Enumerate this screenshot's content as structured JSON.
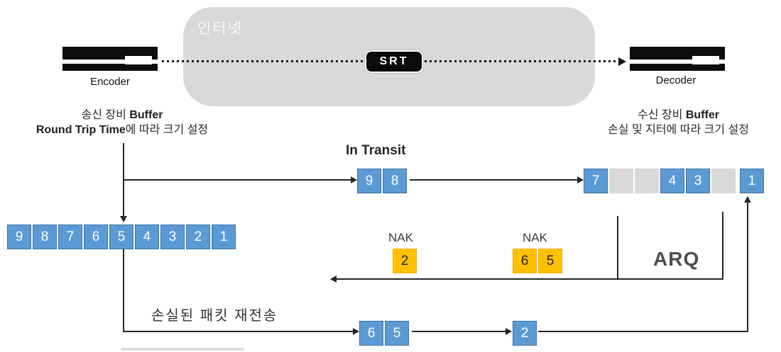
{
  "internet_cloud": {
    "label": "인터넷"
  },
  "srt_badge": {
    "label": "SRT"
  },
  "encoder": {
    "device_label": "Encoder"
  },
  "decoder": {
    "device_label": "Decoder"
  },
  "sender_caption": {
    "line1_regular": "송신 장비 ",
    "line1_bold": "Buffer",
    "line2_bold": "Round Trip Time",
    "line2_regular": "에 따라 크기 설정"
  },
  "receiver_caption": {
    "line1_regular": "수신 장비 ",
    "line1_bold": "Buffer",
    "line2": "손실 및 지터에 따라 크기 설정"
  },
  "in_transit": {
    "label": "In Transit",
    "packets": [
      "9",
      "8"
    ]
  },
  "receiver_buffer": {
    "cells": [
      {
        "v": "7"
      },
      {
        "empty": true
      },
      {
        "empty": true
      },
      {
        "v": "4"
      },
      {
        "v": "3"
      },
      {
        "empty": true
      },
      {
        "v": "1"
      }
    ]
  },
  "sender_buffer": {
    "packets": [
      "9",
      "8",
      "7",
      "6",
      "5",
      "4",
      "3",
      "2",
      "1"
    ]
  },
  "nak_groups": [
    {
      "label": "NAK",
      "packets": [
        "2"
      ]
    },
    {
      "label": "NAK",
      "packets": [
        "6",
        "5"
      ]
    }
  ],
  "arq": {
    "label": "ARQ"
  },
  "retransmission": {
    "caption": "손실된 패킷 재전송",
    "group1": [
      "6",
      "5"
    ],
    "group2": [
      "2"
    ]
  },
  "colors": {
    "packet_fill": "#5b9bd5",
    "packet_border": "#41719c",
    "empty_slot": "#d9d9d9",
    "nak_fill": "#ffc000",
    "cloud": "#d9d9d9",
    "line": "#262626"
  }
}
